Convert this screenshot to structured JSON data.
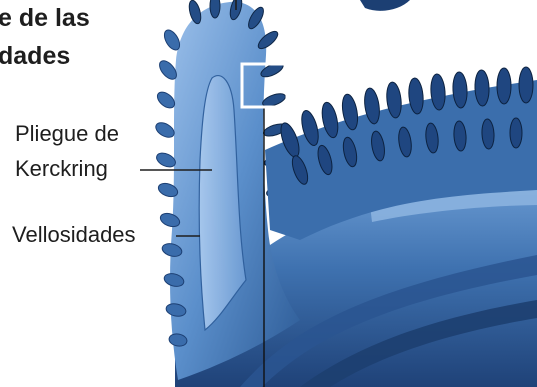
{
  "title": {
    "line1": "e de las",
    "line2": "dades"
  },
  "labels": {
    "pliegue_line1": "Pliegue de",
    "pliegue_line2": "Kerckring",
    "vellosidades": "Vellosidades"
  },
  "colors": {
    "tissue_light": "#8fb6e3",
    "tissue_mid": "#4f86c6",
    "tissue_dark": "#1c3f73",
    "villi_dark": "#0f2747",
    "leader_line": "#1e1e1e",
    "highlight_box": "#ffffff",
    "background": "#ffffff"
  }
}
